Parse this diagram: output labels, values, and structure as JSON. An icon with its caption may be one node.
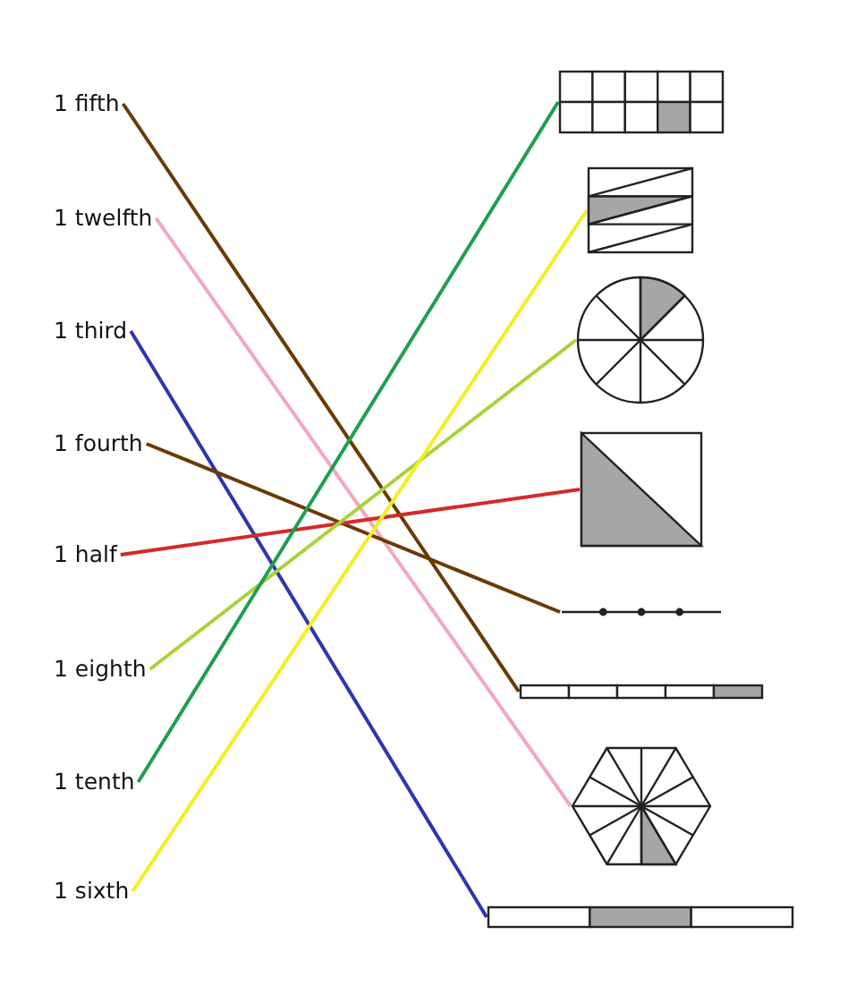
{
  "diagram": {
    "nodes": [
      {
        "text": [
          "1 fifth"
        ]
      },
      {
        "text": [
          "1 twelfth"
        ]
      },
      {
        "text": [
          "1 third"
        ]
      },
      {
        "text": [
          "1 fourth"
        ]
      },
      {
        "text": [
          "1 half"
        ]
      },
      {
        "text": [
          "1 eighth"
        ]
      },
      {
        "text": [
          "1 tenth"
        ]
      },
      {
        "text": [
          "1 sixth"
        ]
      },
      {
        "text": [],
        "shape": "grid"
      },
      {
        "text": [],
        "shape": "rectangle"
      },
      {
        "text": [],
        "shape": "circle"
      },
      {
        "text": [],
        "shape": "square"
      },
      {
        "text": [],
        "shape": "line"
      },
      {
        "text": [],
        "shape": "bar"
      },
      {
        "text": [],
        "shape": "hexagon"
      },
      {
        "text": [],
        "shape": "bar"
      }
    ],
    "edges": [
      {
        "from": 0,
        "to": 13,
        "arrow": "none",
        "color": "#6b3a00"
      },
      {
        "from": 1,
        "to": 14,
        "arrow": "none",
        "color": "#f4a6c0"
      },
      {
        "from": 2,
        "to": 15,
        "arrow": "none",
        "color": "#2e35b0"
      },
      {
        "from": 3,
        "to": 12,
        "arrow": "none",
        "color": "#6b3a00"
      },
      {
        "from": 4,
        "to": 11,
        "arrow": "none",
        "color": "#d42a2a"
      },
      {
        "from": 5,
        "to": 10,
        "arrow": "none",
        "color": "#a8d33a"
      },
      {
        "from": 6,
        "to": 8,
        "arrow": "none",
        "color": "#1f9e50"
      },
      {
        "from": 7,
        "to": 9,
        "arrow": "none",
        "color": "#f0f020"
      }
    ]
  }
}
